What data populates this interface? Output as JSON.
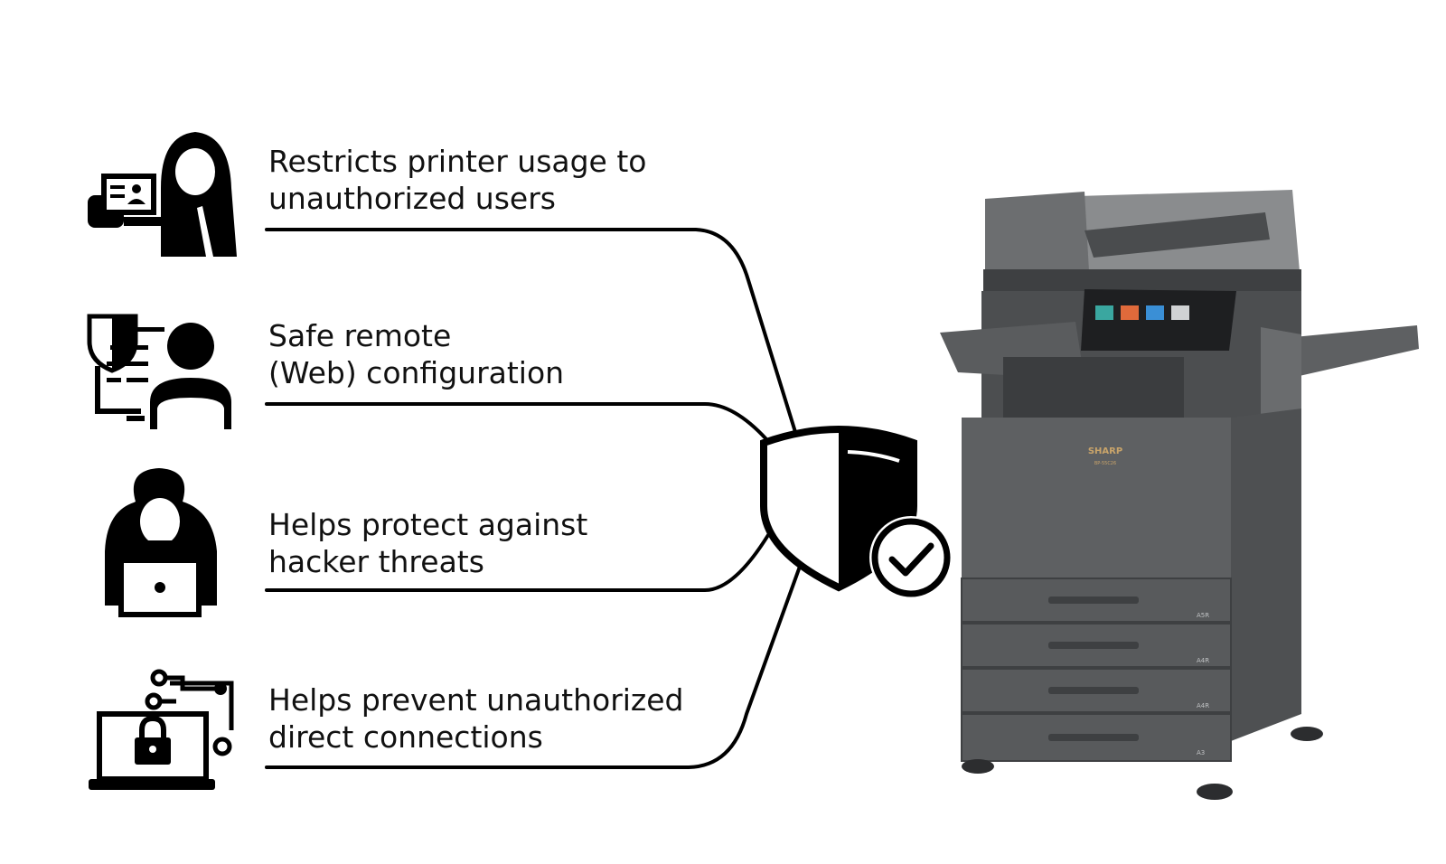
{
  "features": [
    {
      "line1": "Restricts printer usage to",
      "line2": "unauthorized users",
      "icon": "hooded-user-with-id-card-icon"
    },
    {
      "line1": "Safe remote",
      "line2": "(Web) configuration",
      "icon": "admin-shield-monitor-icon"
    },
    {
      "line1": "Helps protect against",
      "line2": "hacker threats",
      "icon": "hacker-laptop-icon"
    },
    {
      "line1": "Helps prevent unauthorized",
      "line2": "direct connections",
      "icon": "locked-laptop-network-icon"
    }
  ],
  "center_badge": {
    "icon": "shield-check-icon"
  },
  "printer": {
    "brand": "SHARP",
    "model": "BP-55C26",
    "tray_labels": [
      "A5R",
      "A4R",
      "A4R",
      "A3"
    ]
  },
  "colors": {
    "ink": "#000000",
    "printer_body": "#5e6062",
    "printer_dark": "#3b3d3f"
  }
}
